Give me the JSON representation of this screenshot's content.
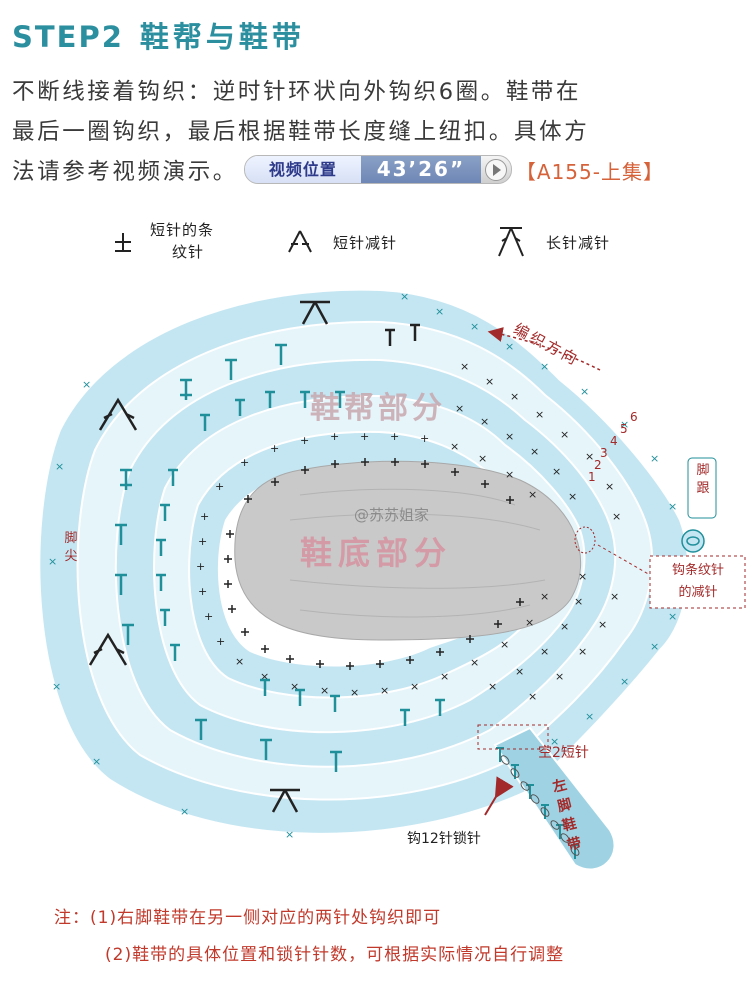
{
  "header": {
    "step": "STEP2",
    "title": "鞋帮与鞋带"
  },
  "intro": {
    "line1": "不断线接着钩织：逆时针环状向外钩织6圈。鞋带在",
    "line2": "最后一圈钩织，最后根据鞋带长度缝上纽扣。具体方",
    "line3": "法请参考视频演示。",
    "video_label": "视频位置",
    "video_time": "43’26”",
    "code": "【A155-上集】"
  },
  "legend": [
    {
      "symbol": "sc-ribbed-icon",
      "label_line1": "短针的条",
      "label_line2": "纹针"
    },
    {
      "symbol": "sc-decrease-icon",
      "label_line1": "短针减针"
    },
    {
      "symbol": "dc-decrease-icon",
      "label_line1": "长针减针"
    }
  ],
  "diagram": {
    "upper_label": "鞋帮部分",
    "sole_label": "鞋底部分",
    "watermark": "@苏苏姐家",
    "direction_label": "编织方向",
    "round_numbers": [
      "1",
      "2",
      "3",
      "4",
      "5",
      "6"
    ],
    "heel_label": "脚跟",
    "toe_label": "脚尖",
    "ribbed_decrease_label_line1": "钩条纹针",
    "ribbed_decrease_label_line2": "的减针",
    "skip_label": "空2短针",
    "chain_label": "钩12针锁针",
    "strap_label": "左脚鞋带",
    "colors": {
      "ring_light": "#c4e6f2",
      "ring_pale": "#e1f3f9",
      "sole_fill": "#c9c9c9",
      "teal_symbol": "#1f8f9a",
      "accent_red": "#a32a2a",
      "label_red": "#c0392b"
    }
  },
  "notes": {
    "note1": "注：(1)右脚鞋带在另一侧对应的两针处钩织即可",
    "note2": "(2)鞋带的具体位置和锁针针数，可根据实际情况自行调整"
  }
}
